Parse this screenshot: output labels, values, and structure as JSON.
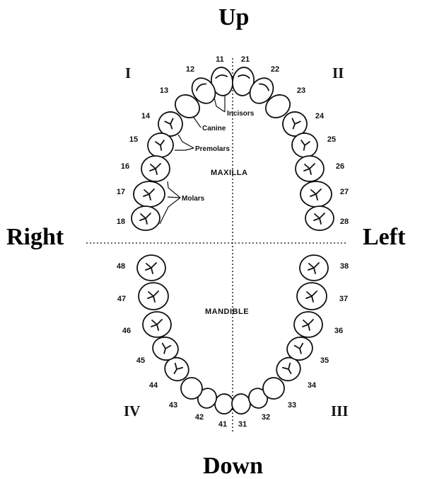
{
  "directions": {
    "up": "Up",
    "down": "Down",
    "right": "Right",
    "left": "Left"
  },
  "quadrants": {
    "q1": "I",
    "q2": "II",
    "q3": "III",
    "q4": "IV"
  },
  "jaws": {
    "upper": "MAXILLA",
    "lower": "MANDIBLE"
  },
  "tooth_labels": {
    "incisors": "Incisors",
    "canine": "Canine",
    "premolars": "Premolars",
    "molars": "Molars"
  },
  "teeth": {
    "upper_right": [
      "11",
      "12",
      "13",
      "14",
      "15",
      "16",
      "17",
      "18"
    ],
    "upper_left": [
      "21",
      "22",
      "23",
      "24",
      "25",
      "26",
      "27",
      "28"
    ],
    "lower_left": [
      "31",
      "32",
      "33",
      "34",
      "35",
      "36",
      "37",
      "38"
    ],
    "lower_right": [
      "41",
      "42",
      "43",
      "44",
      "45",
      "46",
      "47",
      "48"
    ]
  }
}
